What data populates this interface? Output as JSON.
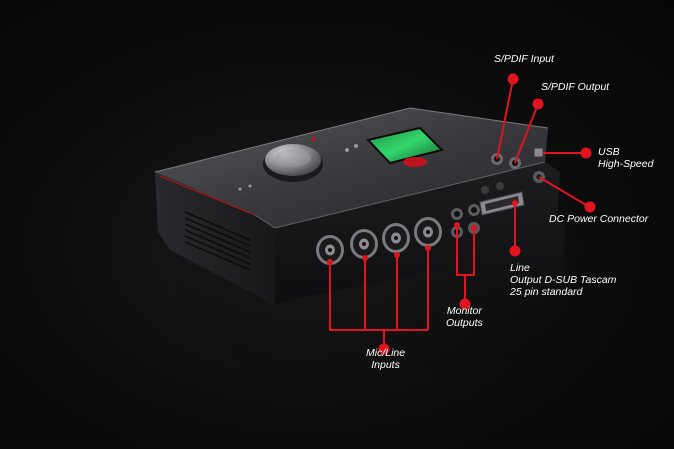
{
  "callouts": {
    "spdif_input": "S/PDIF Input",
    "spdif_output": "S/PDIF Output",
    "usb_line1": "USB",
    "usb_line2": "High-Speed",
    "dc_power": "DC Power Connector",
    "line_output_line1": "Line",
    "line_output_line2": "Output D-SUB Tascam",
    "line_output_line3": "25 pin standard",
    "monitor_line1": "Monitor",
    "monitor_line2": "Outputs",
    "mic_line1": "Mic/Line",
    "mic_line2": "Inputs"
  },
  "colors": {
    "accent": "#e0141e",
    "label": "#ffffff",
    "background": "#0c0c0c",
    "screen": "#2fd06a"
  },
  "device": {
    "mic_inputs": 4,
    "monitor_outputs": 2
  }
}
